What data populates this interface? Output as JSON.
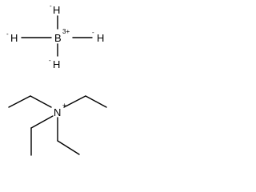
{
  "molecule": {
    "borohydride": {
      "boron": {
        "symbol": "B",
        "charge": "3+"
      },
      "hydrogens": [
        {
          "symbol": "H",
          "charge": "-"
        },
        {
          "symbol": "H",
          "charge": "-"
        },
        {
          "symbol": "H",
          "charge": "-"
        },
        {
          "symbol": "H",
          "charge": "-"
        }
      ]
    },
    "ammonium": {
      "nitrogen": {
        "symbol": "N",
        "charge": "+"
      }
    }
  }
}
